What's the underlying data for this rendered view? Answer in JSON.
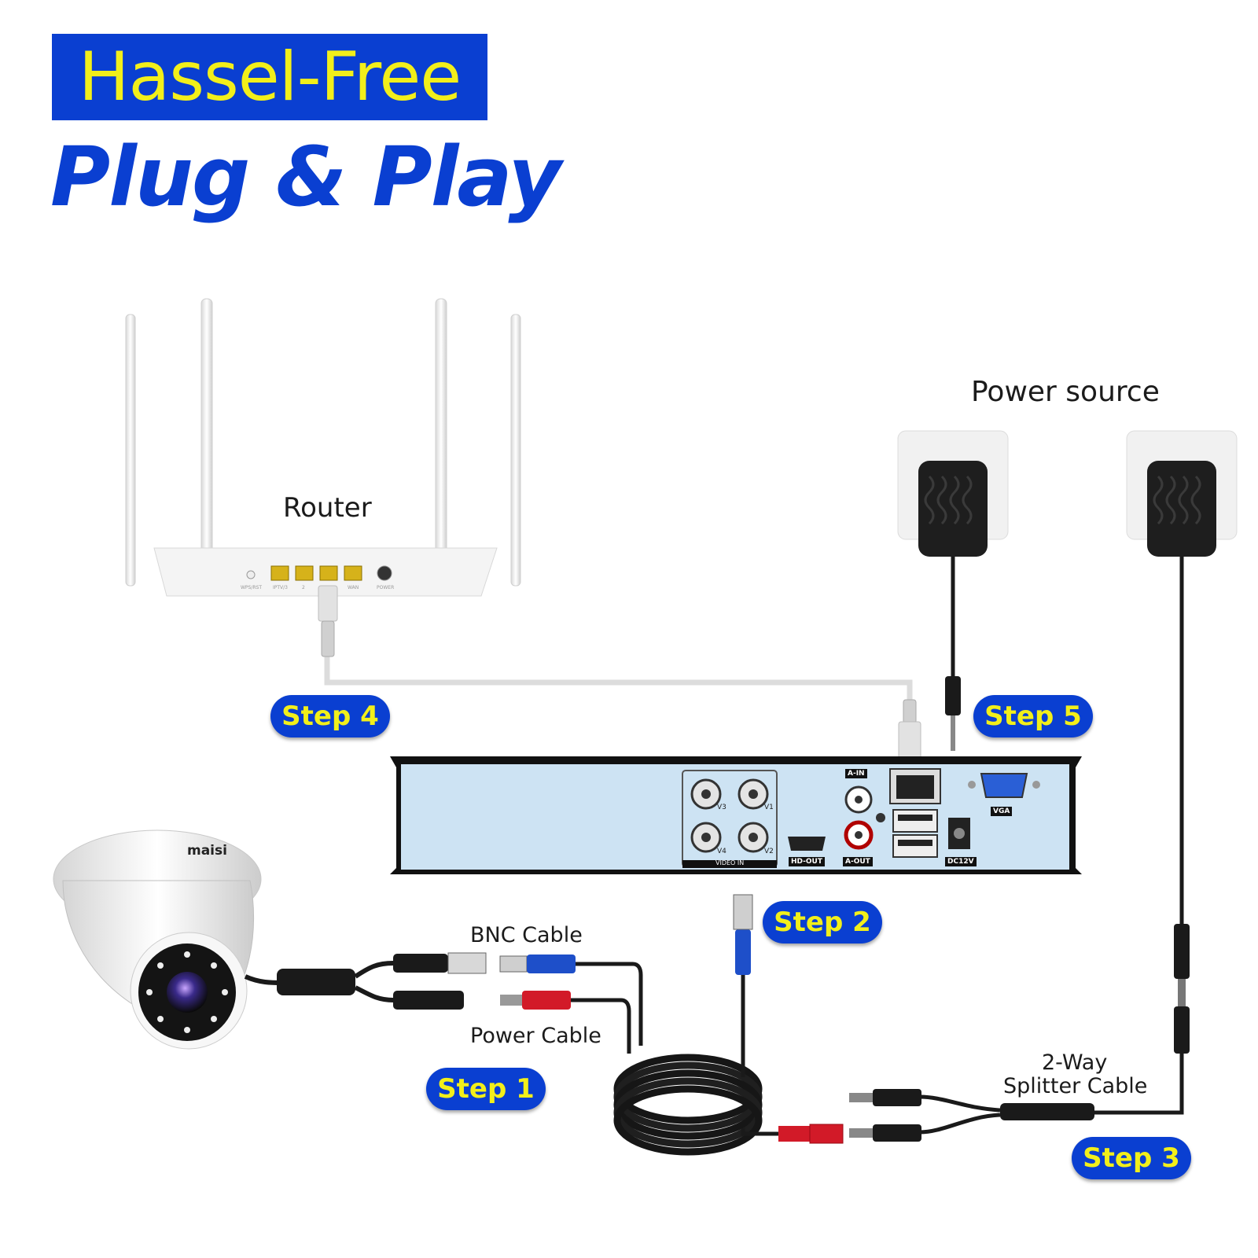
{
  "header": {
    "headline": "Hassel-Free",
    "subhead": "Plug & Play"
  },
  "labels": {
    "router": "Router",
    "power_source": "Power source",
    "bnc_cable": "BNC Cable",
    "power_cable": "Power Cable",
    "splitter_line1": "2-Way",
    "splitter_line2": "Splitter Cable"
  },
  "steps": [
    {
      "label": "Step 1"
    },
    {
      "label": "Step 2"
    },
    {
      "label": "Step 3"
    },
    {
      "label": "Step 4"
    },
    {
      "label": "Step 5"
    }
  ],
  "dvr_ports": {
    "v1": "V1",
    "v2": "V2",
    "v3": "V3",
    "v4": "V4",
    "video_in": "VIDEO IN",
    "hd_out": "HD-OUT",
    "a_in": "A-IN",
    "a_out": "A-OUT",
    "vga": "VGA",
    "dc12v": "DC12V"
  },
  "router_ports": {
    "wps": "WPS/RST",
    "iptv": "IPTV/3",
    "p2": "2",
    "wan": "WAN",
    "power": "POWER"
  },
  "camera": {
    "brand": "maisi"
  },
  "colors": {
    "brand_blue": "#0a3fd1",
    "accent_yellow": "#f2ef1a",
    "dvr_panel": "#cde3f3",
    "cable_black": "#1a1a1a",
    "ethernet_gray": "#dcdcdc"
  }
}
